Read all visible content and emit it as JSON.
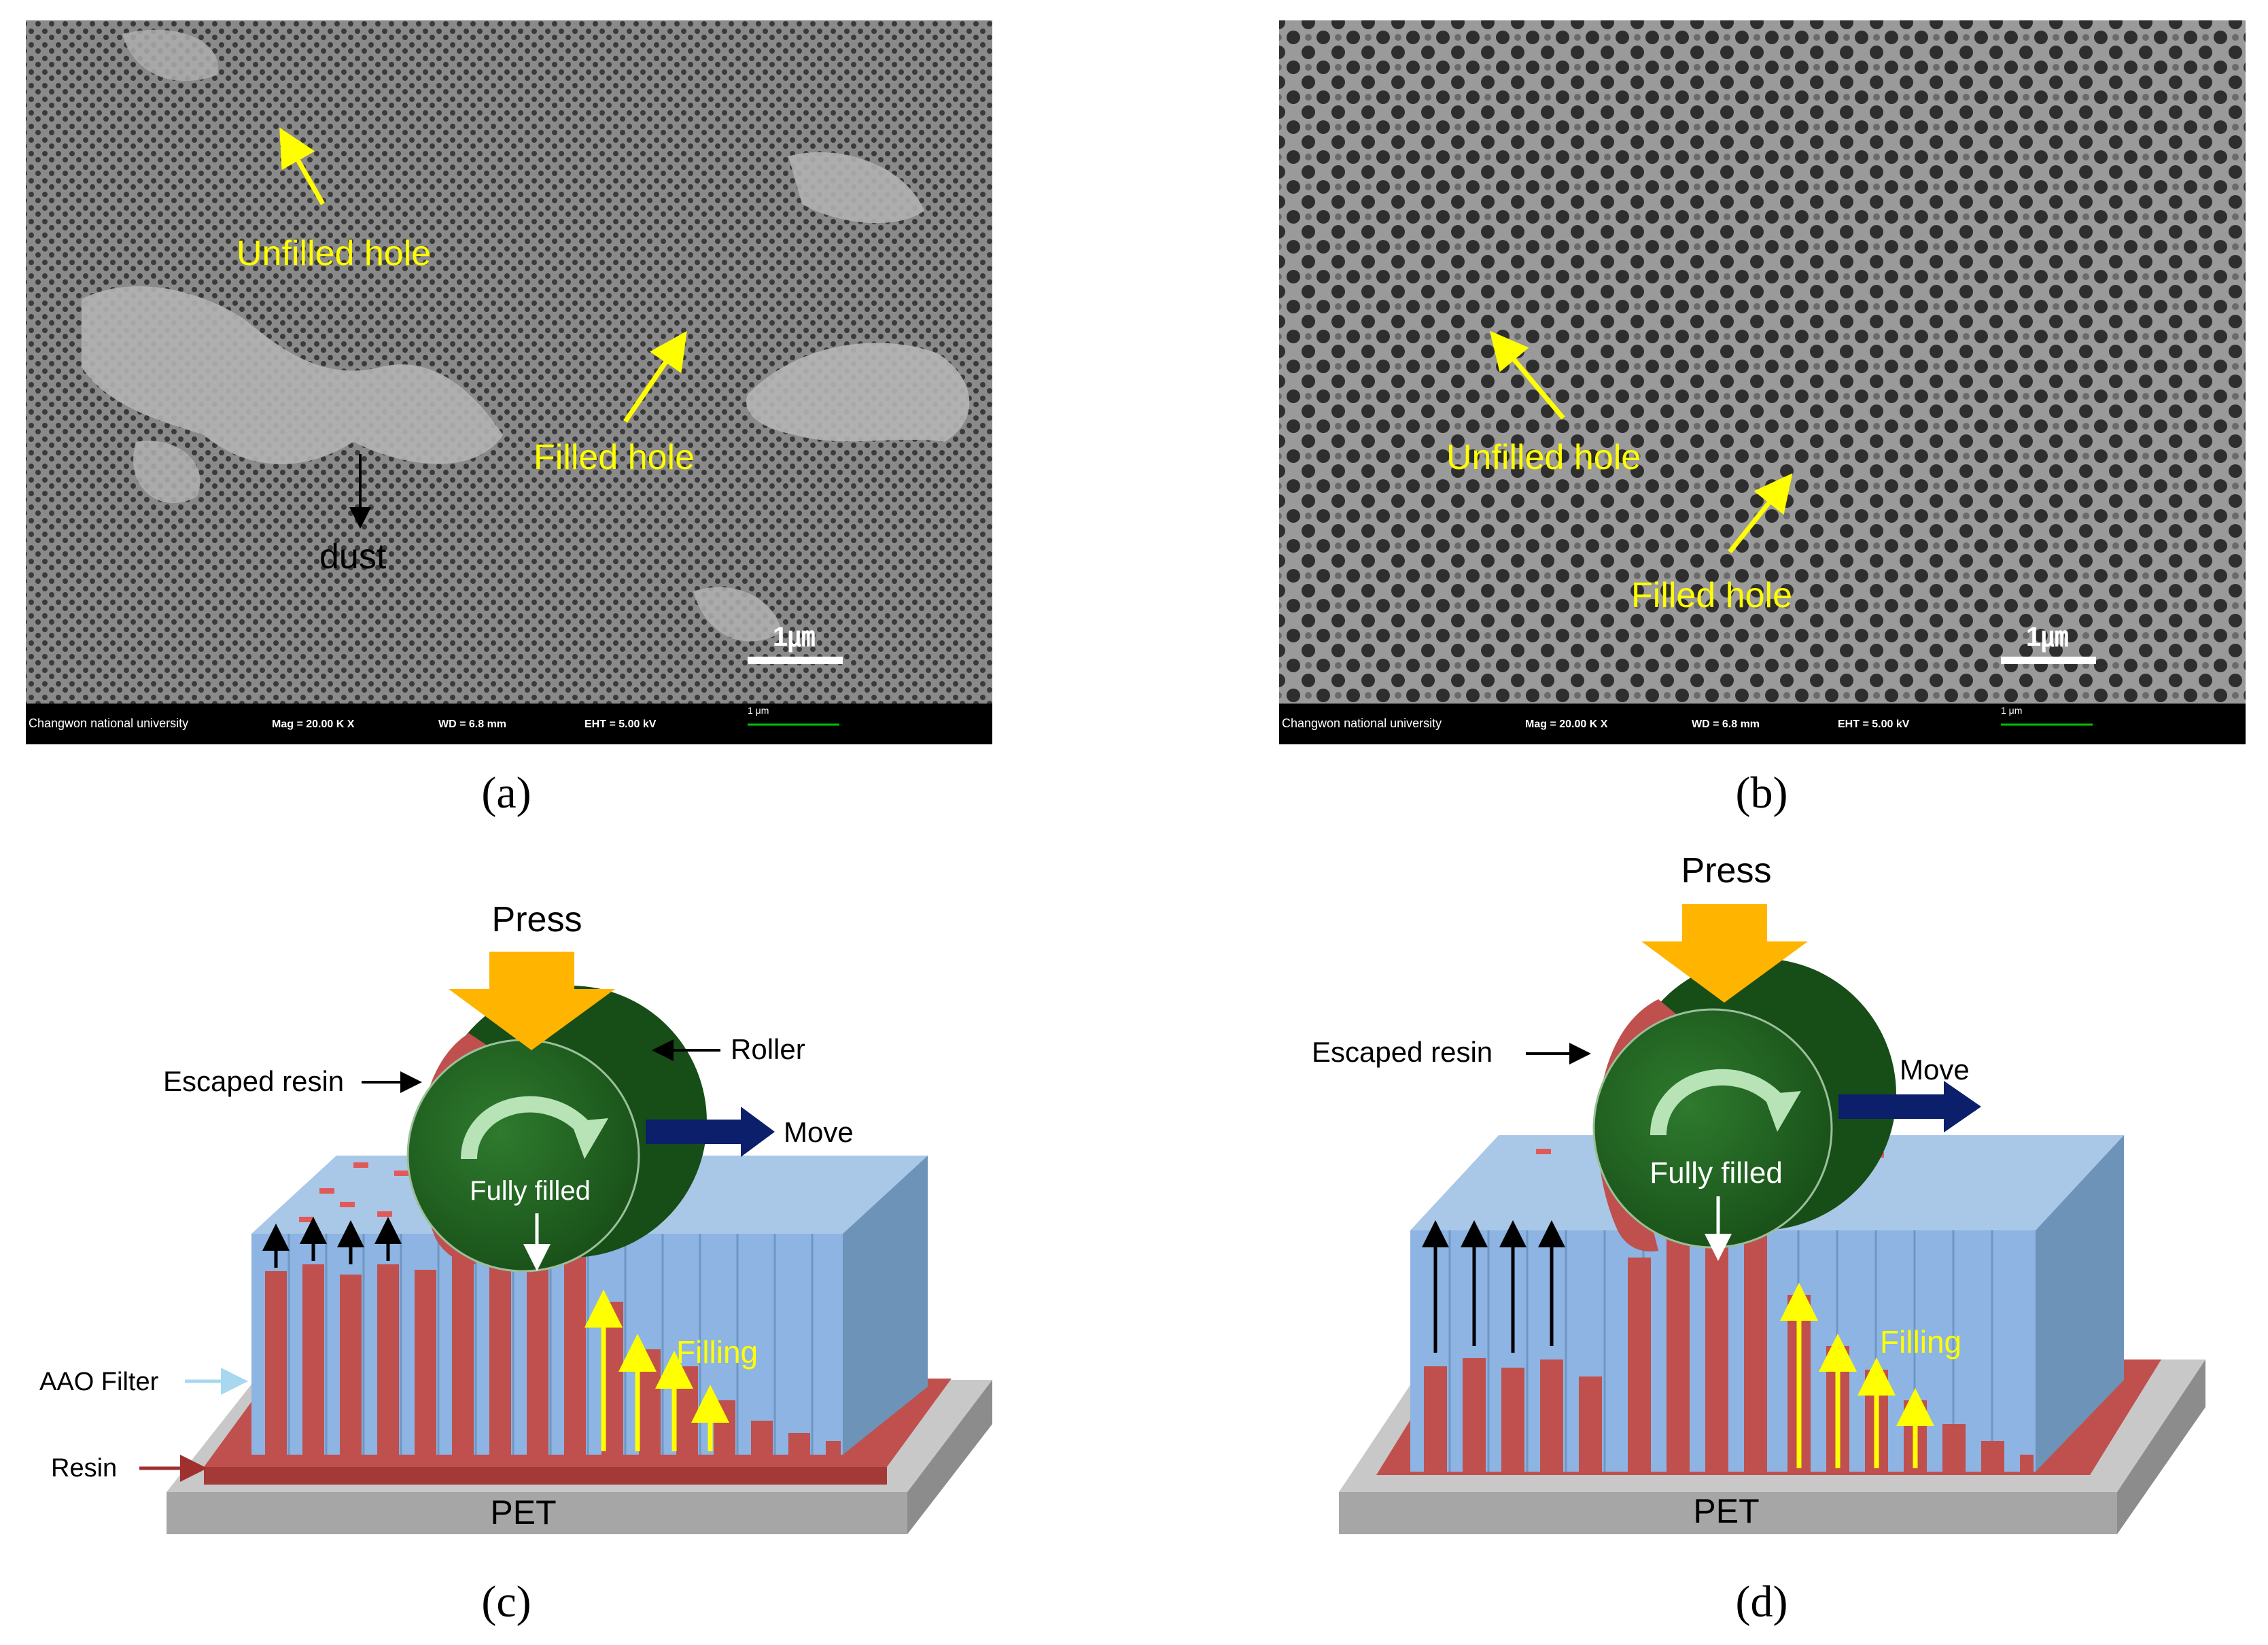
{
  "panel_a": {
    "unfilled_label": "Unfilled hole",
    "filled_label": "Filled hole",
    "dust_label": "dust",
    "scale_label": "1㎛",
    "info": {
      "institution": "Changwon national university",
      "mag": "Mag =  20.00 K X",
      "wd": "WD =  6.8 mm",
      "eht": "EHT =  5.00 kV",
      "bar": "1 μm"
    },
    "caption": "(a)"
  },
  "panel_b": {
    "unfilled_label": "Unfilled hole",
    "filled_label": "Filled hole",
    "scale_label": "1㎛",
    "info": {
      "institution": "Changwon national university",
      "mag": "Mag =  20.00 K X",
      "wd": "WD =  6.8 mm",
      "eht": "EHT =  5.00 kV",
      "bar": "1 μm"
    },
    "caption": "(b)"
  },
  "panel_c": {
    "press": "Press",
    "roller": "Roller",
    "escaped_resin": "Escaped resin",
    "move": "Move",
    "fully_filled": "Fully filled",
    "filling": "Filling",
    "aao_filter": "AAO Filter",
    "resin": "Resin",
    "pet": "PET",
    "caption": "(c)"
  },
  "panel_d": {
    "press": "Press",
    "escaped_resin": "Escaped resin",
    "move": "Move",
    "fully_filled": "Fully filled",
    "filling": "Filling",
    "pet": "PET",
    "caption": "(d)"
  },
  "colors": {
    "label_yellow": "#ffff00",
    "press_orange": "#ffb400",
    "roller_green": "#1e5a1e",
    "resin_red": "#c0504d",
    "filter_blue": "#8db4e2",
    "move_navy": "#0b1f6b",
    "pet_gray": "#a6a6a6"
  }
}
